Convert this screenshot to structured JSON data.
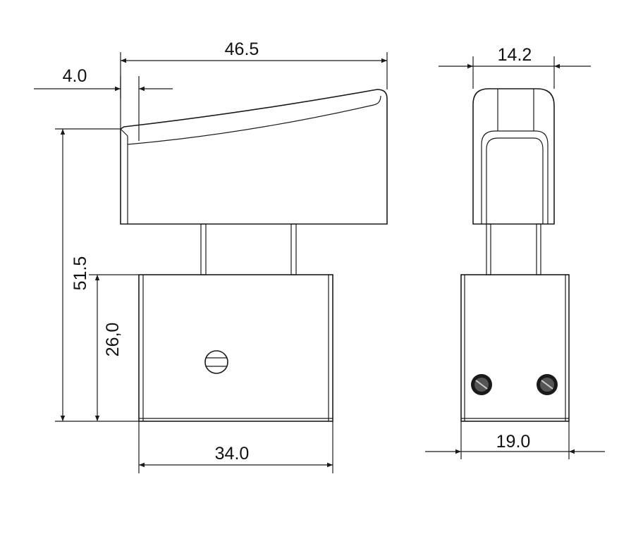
{
  "dimensions": {
    "top_width": "46.5",
    "trigger_offset": "4.0",
    "total_height": "51.5",
    "body_height": "26,0",
    "body_width": "34.0",
    "side_top_width": "14.2",
    "side_body_width": "19.0"
  },
  "colors": {
    "line": "#1a1a1a",
    "background": "#ffffff"
  }
}
